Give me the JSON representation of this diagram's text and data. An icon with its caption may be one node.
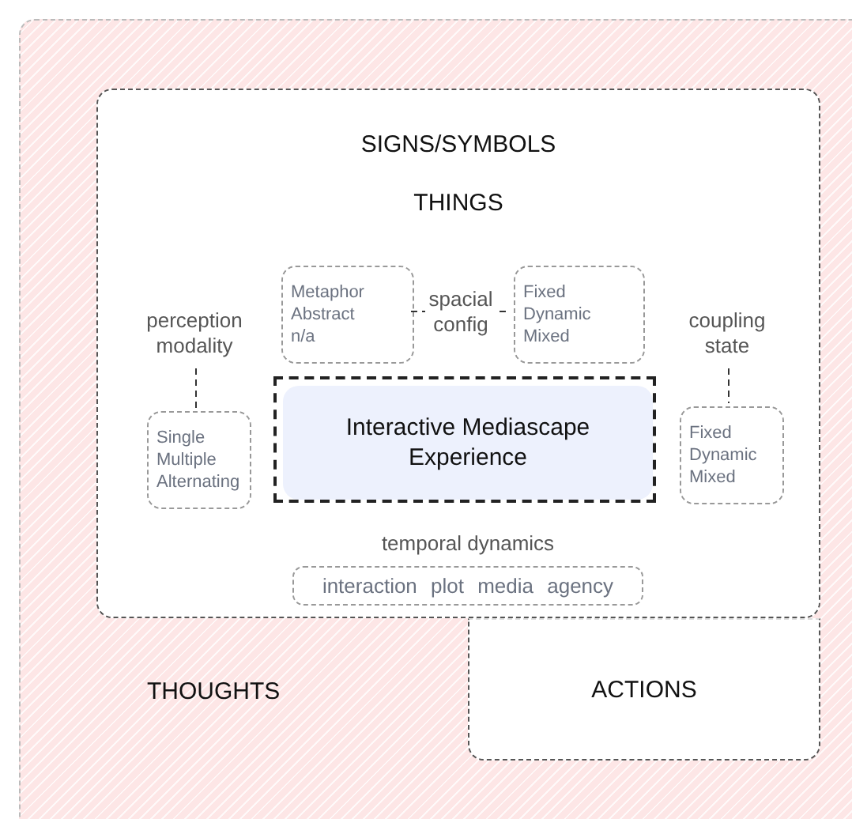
{
  "diagram": {
    "nodes": [
      {
        "text": [
          "THOUGHTS"
        ]
      },
      {
        "text": [
          "SIGNS/SYMBOLS"
        ],
        "in": 0
      },
      {
        "text": [
          "ACTIONS"
        ],
        "in": 0
      },
      {
        "text": [
          "Metaphor Abstract n/a"
        ],
        "in": 1
      },
      {
        "text": [
          "Fixed Dynamic Mixed"
        ],
        "in": 1
      },
      {
        "text": [
          "perception modality"
        ],
        "in": 1
      },
      {
        "text": [
          "Single Multiple Alternating"
        ],
        "in": 1
      },
      {
        "text": [],
        "shape": "box",
        "in": 1
      },
      {
        "text": [
          "Interactive Mediascape Experience"
        ],
        "in": 7
      },
      {
        "text": [
          "coupling state"
        ],
        "in": 1
      },
      {
        "text": [
          "Fixed Dynamic Mixed"
        ],
        "in": 1
      },
      {
        "text": [
          "interaction plot media agency"
        ],
        "beside": [
          "temporal dynamics"
        ],
        "in": 1
      }
    ],
    "edges": [
      {
        "from": 3,
        "to": 4,
        "arrow": "none",
        "style": "dashed",
        "label": "spacial config"
      },
      {
        "from": 5,
        "to": 6,
        "arrow": "none",
        "style": "dashed"
      },
      {
        "from": 9,
        "to": 10,
        "arrow": "none",
        "style": "dashed"
      }
    ],
    "labels": [
      "THINGS"
    ]
  }
}
